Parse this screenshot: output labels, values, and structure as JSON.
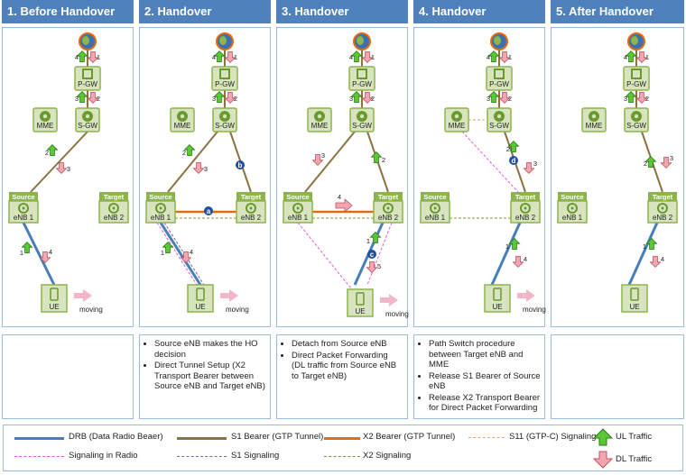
{
  "steps": [
    {
      "title": "1. Before Handover"
    },
    {
      "title": "2. Handover Preparation"
    },
    {
      "title": "3. Handover Execution"
    },
    {
      "title": "4. Handover Completion"
    },
    {
      "title": "5. After Handover"
    }
  ],
  "nodes": {
    "pgw": "P-GW",
    "sgw": "S-GW",
    "mme": "MME",
    "source": "Source",
    "target": "Target",
    "enb1": "eNB 1",
    "enb2": "eNB 2",
    "ue": "UE",
    "moving": "moving"
  },
  "markers": {
    "a": "a",
    "b": "b",
    "c": "c",
    "d": "d"
  },
  "nums": {
    "n1": "1",
    "n2": "2",
    "n3": "3",
    "n4": "4",
    "n5": "5"
  },
  "notes": {
    "step2": [
      "Source eNB makes the HO decision",
      "Direct Tunnel Setup (X2 Transport Bearer between Source eNB and Target eNB)"
    ],
    "step3": [
      "Detach from Source eNB",
      "Direct Packet Forwarding (DL traffic from Source eNB to Target eNB)"
    ],
    "step4": [
      "Path Switch procedure between Target eNB and MME",
      "Release S1 Bearer of Source eNB",
      "Release X2 Transport Bearer for Direct Packet Forwarding"
    ]
  },
  "legend": {
    "drb": "DRB (Data Radio Beaer)",
    "s1b": "S1 Bearer (GTP Tunnel)",
    "x2b": "X2 Bearer (GTP Tunnel)",
    "s11": "S11 (GTP-C) Signaling",
    "ul": "UL Traffic",
    "radio": "Signaling in Radio",
    "s1s": "S1 Signaling",
    "x2s": "X2 Signaling",
    "dl": "DL Traffic"
  },
  "colors": {
    "header": "#4f81bd",
    "drb": "#4a7ebb",
    "s1": "#8b7341",
    "x2": "#e36c0a",
    "s11": "#f4a460",
    "radio": "#e05ad9",
    "s1sig": "#8064a2",
    "x2sig": "#77933c",
    "ul": "#5ac834",
    "dl": "#e57f8b",
    "node": "#8eb44d"
  }
}
